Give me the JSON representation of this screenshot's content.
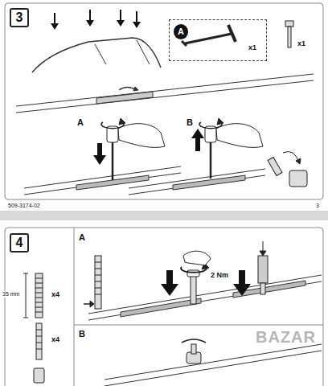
{
  "diagram": {
    "nodes": [
      {
        "text": [
          "3"
        ]
      },
      {
        "text": [
          "x1"
        ]
      },
      {
        "text": [
          "A"
        ],
        "in": 1
      },
      {
        "text": [
          "4"
        ]
      }
    ],
    "labels": [
      "x1",
      "A",
      "B",
      "509-3174-02",
      "3",
      "35 mm",
      "x4",
      "x4",
      "A",
      "2 Nm",
      "B",
      "BAZAR"
    ]
  }
}
